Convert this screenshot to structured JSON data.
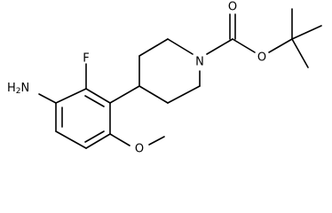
{
  "molecule": {
    "atoms": {
      "fluorine": "F",
      "amine_n": "N",
      "amine_h": "H",
      "amine_h_count": "2",
      "piperidine_n": "N",
      "carbonyl_o": "O",
      "ester_o": "O",
      "methoxy_o": "O"
    }
  },
  "colors": {
    "bond": "#000000",
    "background": "#ffffff"
  }
}
